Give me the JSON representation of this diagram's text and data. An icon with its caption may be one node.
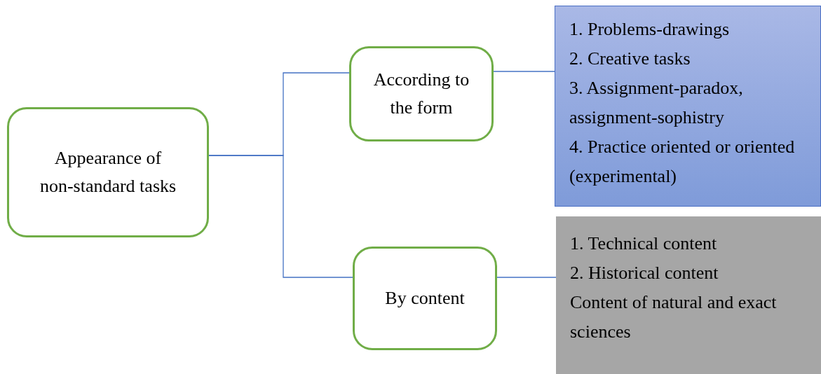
{
  "diagram": {
    "nodes": [
      {
        "text": [
          "Appearance of non-standard tasks"
        ]
      },
      {
        "text": [
          "According to the form"
        ]
      },
      {
        "text": [
          "1.  Problems-drawings",
          "2.  Creative tasks",
          "3.  Assignment-paradox, assignment-sophistry",
          "4.  Practice oriented or oriented (experimental)"
        ]
      },
      {
        "text": [
          "By content"
        ]
      },
      {
        "text": [
          "1.  Technical content",
          "2.  Historical content",
          "Content of natural and exact sciences"
        ]
      }
    ],
    "edges": [
      {
        "from": 0,
        "to": 1,
        "arrow": "none"
      },
      {
        "from": 0,
        "to": 3,
        "arrow": "none"
      },
      {
        "from": 1,
        "to": 2,
        "arrow": "none"
      },
      {
        "from": 3,
        "to": 4,
        "arrow": "none"
      }
    ]
  }
}
